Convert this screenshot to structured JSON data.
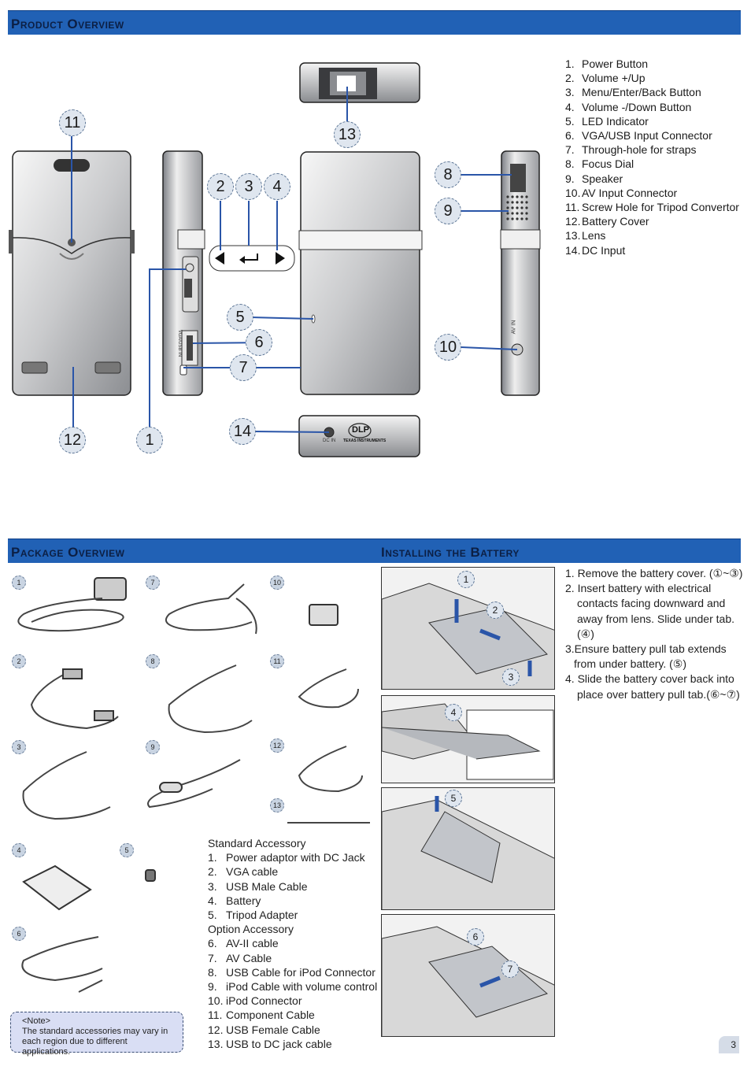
{
  "sections": {
    "product_overview": "Product Overview",
    "package_overview": "Package Overview",
    "installing_battery": "Installing the Battery"
  },
  "product": {
    "callouts": [
      "1",
      "2",
      "3",
      "4",
      "5",
      "6",
      "7",
      "8",
      "9",
      "10",
      "11",
      "12",
      "13",
      "14"
    ],
    "device_labels": {
      "av_in": "AV IN",
      "vga_usb_in": "VGA/USB IN",
      "dc_in": "DC IN",
      "dlp_logo": "DLP",
      "texas_instruments": "TEXAS INSTRUMENTS"
    },
    "parts": [
      {
        "num": "1.",
        "label": "Power Button"
      },
      {
        "num": "2.",
        "label": "Volume +/Up"
      },
      {
        "num": "3.",
        "label": "Menu/Enter/Back Button"
      },
      {
        "num": "4.",
        "label": "Volume -/Down Button"
      },
      {
        "num": "5.",
        "label": "LED Indicator"
      },
      {
        "num": "6.",
        "label": "VGA/USB Input Connector"
      },
      {
        "num": "7.",
        "label": "Through-hole for straps"
      },
      {
        "num": "8.",
        "label": "Focus Dial"
      },
      {
        "num": "9.",
        "label": "Speaker"
      },
      {
        "num": "10.",
        "label": "AV Input Connector"
      },
      {
        "num": "11.",
        "label": "Screw Hole for Tripod Convertor"
      },
      {
        "num": "12.",
        "label": "Battery Cover"
      },
      {
        "num": "13.",
        "label": "Lens"
      },
      {
        "num": "14.",
        "label": "DC Input"
      }
    ]
  },
  "package": {
    "badges": [
      "1",
      "2",
      "3",
      "4",
      "5",
      "6",
      "7",
      "8",
      "9",
      "10",
      "11",
      "12",
      "13"
    ],
    "standard_heading": "Standard Accessory",
    "standard": [
      {
        "num": "1.",
        "label": "Power adaptor with DC Jack"
      },
      {
        "num": "2.",
        "label": "VGA cable"
      },
      {
        "num": "3.",
        "label": "USB Male Cable"
      },
      {
        "num": "4.",
        "label": "Battery"
      },
      {
        "num": "5.",
        "label": "Tripod Adapter"
      }
    ],
    "option_heading": "Option Accessory",
    "option": [
      {
        "num": "6.",
        "label": "AV-II cable"
      },
      {
        "num": "7.",
        "label": "AV Cable"
      },
      {
        "num": "8.",
        "label": "USB Cable for iPod Connector"
      },
      {
        "num": "9.",
        "label": "iPod Cable with volume control"
      },
      {
        "num": "10.",
        "label": "iPod Connector"
      },
      {
        "num": "11.",
        "label": "Component Cable"
      },
      {
        "num": "12.",
        "label": "USB Female Cable"
      },
      {
        "num": "13.",
        "label": "USB to DC jack cable"
      }
    ],
    "note_title": "<Note>",
    "note_text": "The standard accessories may vary in each region due to different applications."
  },
  "battery": {
    "steps": [
      "1. Remove the battery cover. (①~③)",
      "2. Insert battery with electrical contacts facing downward and away from lens. Slide under tab. (④)",
      "3.Ensure battery pull tab extends from under battery. (⑤)",
      "4. Slide the battery cover back into place over battery pull tab.(⑥~⑦)"
    ],
    "panel_callouts": [
      "1",
      "2",
      "3",
      "4",
      "5",
      "6",
      "7"
    ]
  },
  "page_number": "3",
  "colors": {
    "band": "#2161b5",
    "band_title": "#0c1f44",
    "callout_fill": "#dfe6ef",
    "note_fill": "#d9def4",
    "leader_line": "#2a55a8"
  }
}
